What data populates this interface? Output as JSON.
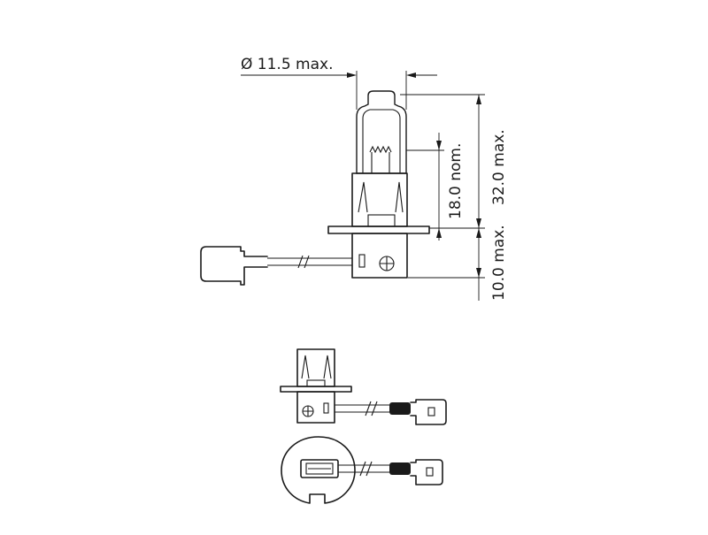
{
  "dimensions": {
    "diameter_label": "Ø 11.5 max.",
    "nominal_label": "18.0 nom.",
    "overall_max_label": "32.0 max.",
    "lower_max_label": "10.0 max."
  }
}
